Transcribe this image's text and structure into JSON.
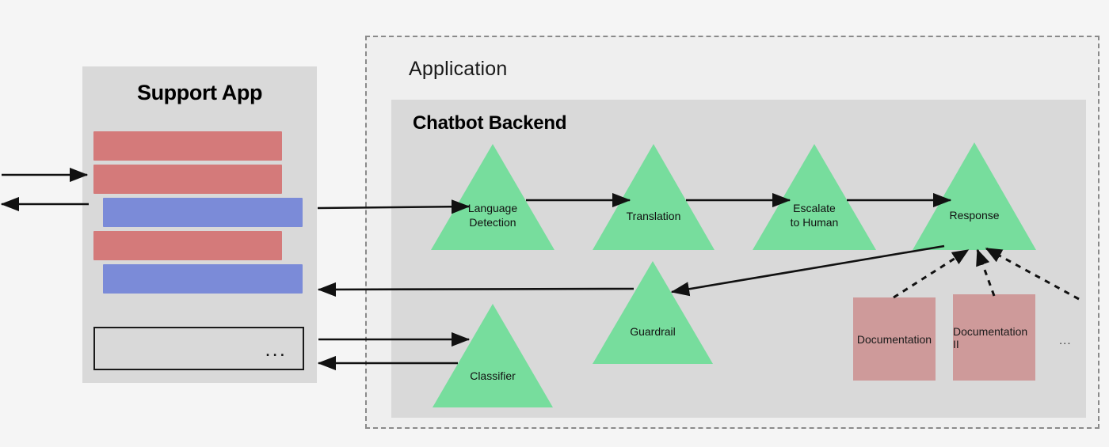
{
  "diagram": {
    "title_support_app": "Support App",
    "title_application": "Application",
    "title_backend": "Chatbot Backend",
    "compose_placeholder": "...",
    "doc_ellipsis": "...",
    "colors": {
      "page_background": "#f5f5f5",
      "panel_gray": "#d9d9d9",
      "application_gray": "#efefef",
      "agent_green": "#77dd9d",
      "message_red": "#d47a7a",
      "message_blue": "#7b8bd8",
      "document_red": "#ce9a9a",
      "arrow_black": "#111111",
      "dashed_border": "#8a8a8a"
    }
  },
  "support_app": {
    "messages": [
      {
        "id": "msg-1",
        "kind": "incoming",
        "color": "#d47a7a"
      },
      {
        "id": "msg-2",
        "kind": "incoming",
        "color": "#d47a7a"
      },
      {
        "id": "msg-3",
        "kind": "outgoing",
        "color": "#7b8bd8"
      },
      {
        "id": "msg-4",
        "kind": "incoming",
        "color": "#d47a7a"
      },
      {
        "id": "msg-5",
        "kind": "outgoing",
        "color": "#7b8bd8"
      }
    ]
  },
  "agents": [
    {
      "id": "language-detection",
      "label": "Language\nDetection",
      "line1": "Language",
      "line2": "Detection"
    },
    {
      "id": "translation",
      "label": "Translation",
      "line1": "Translation",
      "line2": ""
    },
    {
      "id": "escalate-to-human",
      "label": "Escalate\nto Human",
      "line1": "Escalate",
      "line2": "to Human"
    },
    {
      "id": "response",
      "label": "Response",
      "line1": "Response",
      "line2": ""
    },
    {
      "id": "guardrail",
      "label": "Guardrail",
      "line1": "Guardrail",
      "line2": ""
    },
    {
      "id": "classifier",
      "label": "Classifier",
      "line1": "Classifier",
      "line2": ""
    }
  ],
  "documents": [
    {
      "id": "documentation-1",
      "label": "Documentation"
    },
    {
      "id": "documentation-2",
      "label": "Documentation II"
    }
  ],
  "connections": [
    {
      "id": "user-to-app",
      "style": "solid",
      "from": "user",
      "to": "support-app"
    },
    {
      "id": "app-to-user",
      "style": "solid",
      "from": "support-app",
      "to": "user"
    },
    {
      "id": "app-to-language-detection",
      "style": "solid",
      "from": "support-app",
      "to": "language-detection"
    },
    {
      "id": "language-detection-to-translation",
      "style": "solid",
      "from": "language-detection",
      "to": "translation"
    },
    {
      "id": "translation-to-escalate",
      "style": "solid",
      "from": "translation",
      "to": "escalate-to-human"
    },
    {
      "id": "escalate-to-response",
      "style": "solid",
      "from": "escalate-to-human",
      "to": "response"
    },
    {
      "id": "response-to-guardrail",
      "style": "solid",
      "from": "response",
      "to": "guardrail"
    },
    {
      "id": "guardrail-to-app",
      "style": "solid",
      "from": "guardrail",
      "to": "support-app"
    },
    {
      "id": "app-to-classifier",
      "style": "solid",
      "from": "support-app",
      "to": "classifier"
    },
    {
      "id": "classifier-to-app",
      "style": "solid",
      "from": "classifier",
      "to": "support-app"
    },
    {
      "id": "documentation-1-to-response",
      "style": "dashed",
      "from": "documentation-1",
      "to": "response"
    },
    {
      "id": "documentation-2-to-response",
      "style": "dashed",
      "from": "documentation-2",
      "to": "response"
    },
    {
      "id": "documentation-more-to-response",
      "style": "dashed",
      "from": "documentation-more",
      "to": "response"
    }
  ]
}
